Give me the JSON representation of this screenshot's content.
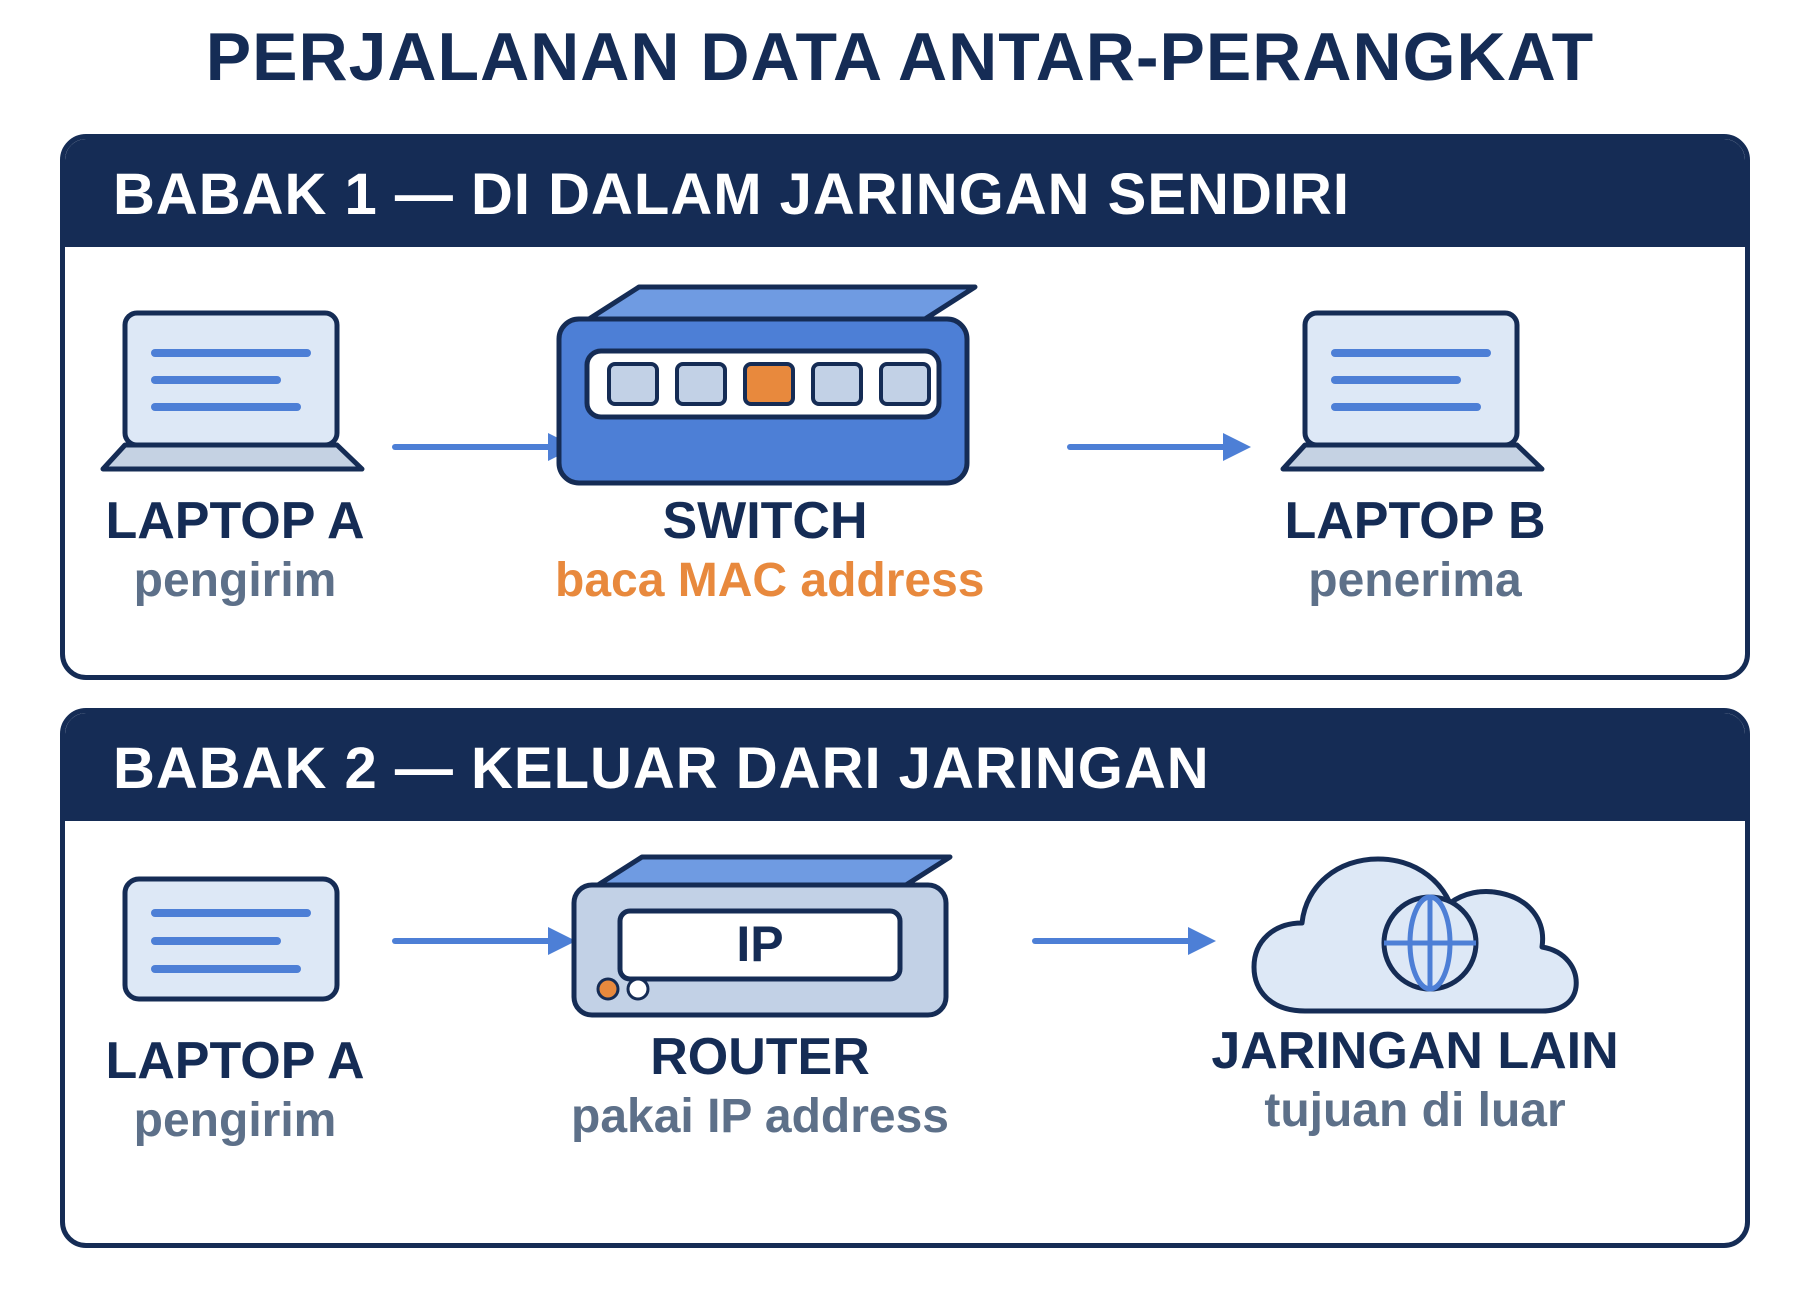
{
  "title": "PERJALANAN DATA ANTAR-PERANGKAT",
  "colors": {
    "navy": "#152c55",
    "blue": "#4d7fd6",
    "light": "#dde8f6",
    "gray": "#5d7089",
    "orange": "#e8893d"
  },
  "stage1": {
    "header": "BABAK 1 — DI DALAM JARINGAN SENDIRI",
    "nodes": [
      {
        "label": "LAPTOP A",
        "sub": "pengirim",
        "icon": "laptop-icon"
      },
      {
        "label": "SWITCH",
        "sub": "baca MAC address",
        "icon": "switch-icon"
      },
      {
        "label": "LAPTOP B",
        "sub": "penerima",
        "icon": "laptop-icon"
      }
    ]
  },
  "stage2": {
    "header": "BABAK 2 — KELUAR DARI JARINGAN",
    "nodes": [
      {
        "label": "LAPTOP A",
        "sub": "pengirim",
        "icon": "data-card-icon"
      },
      {
        "label": "ROUTER",
        "sub": "pakai IP address",
        "icon": "router-icon",
        "badge": "IP"
      },
      {
        "label": "JARINGAN LAIN",
        "sub": "tujuan di luar",
        "icon": "cloud-globe-icon"
      }
    ]
  }
}
